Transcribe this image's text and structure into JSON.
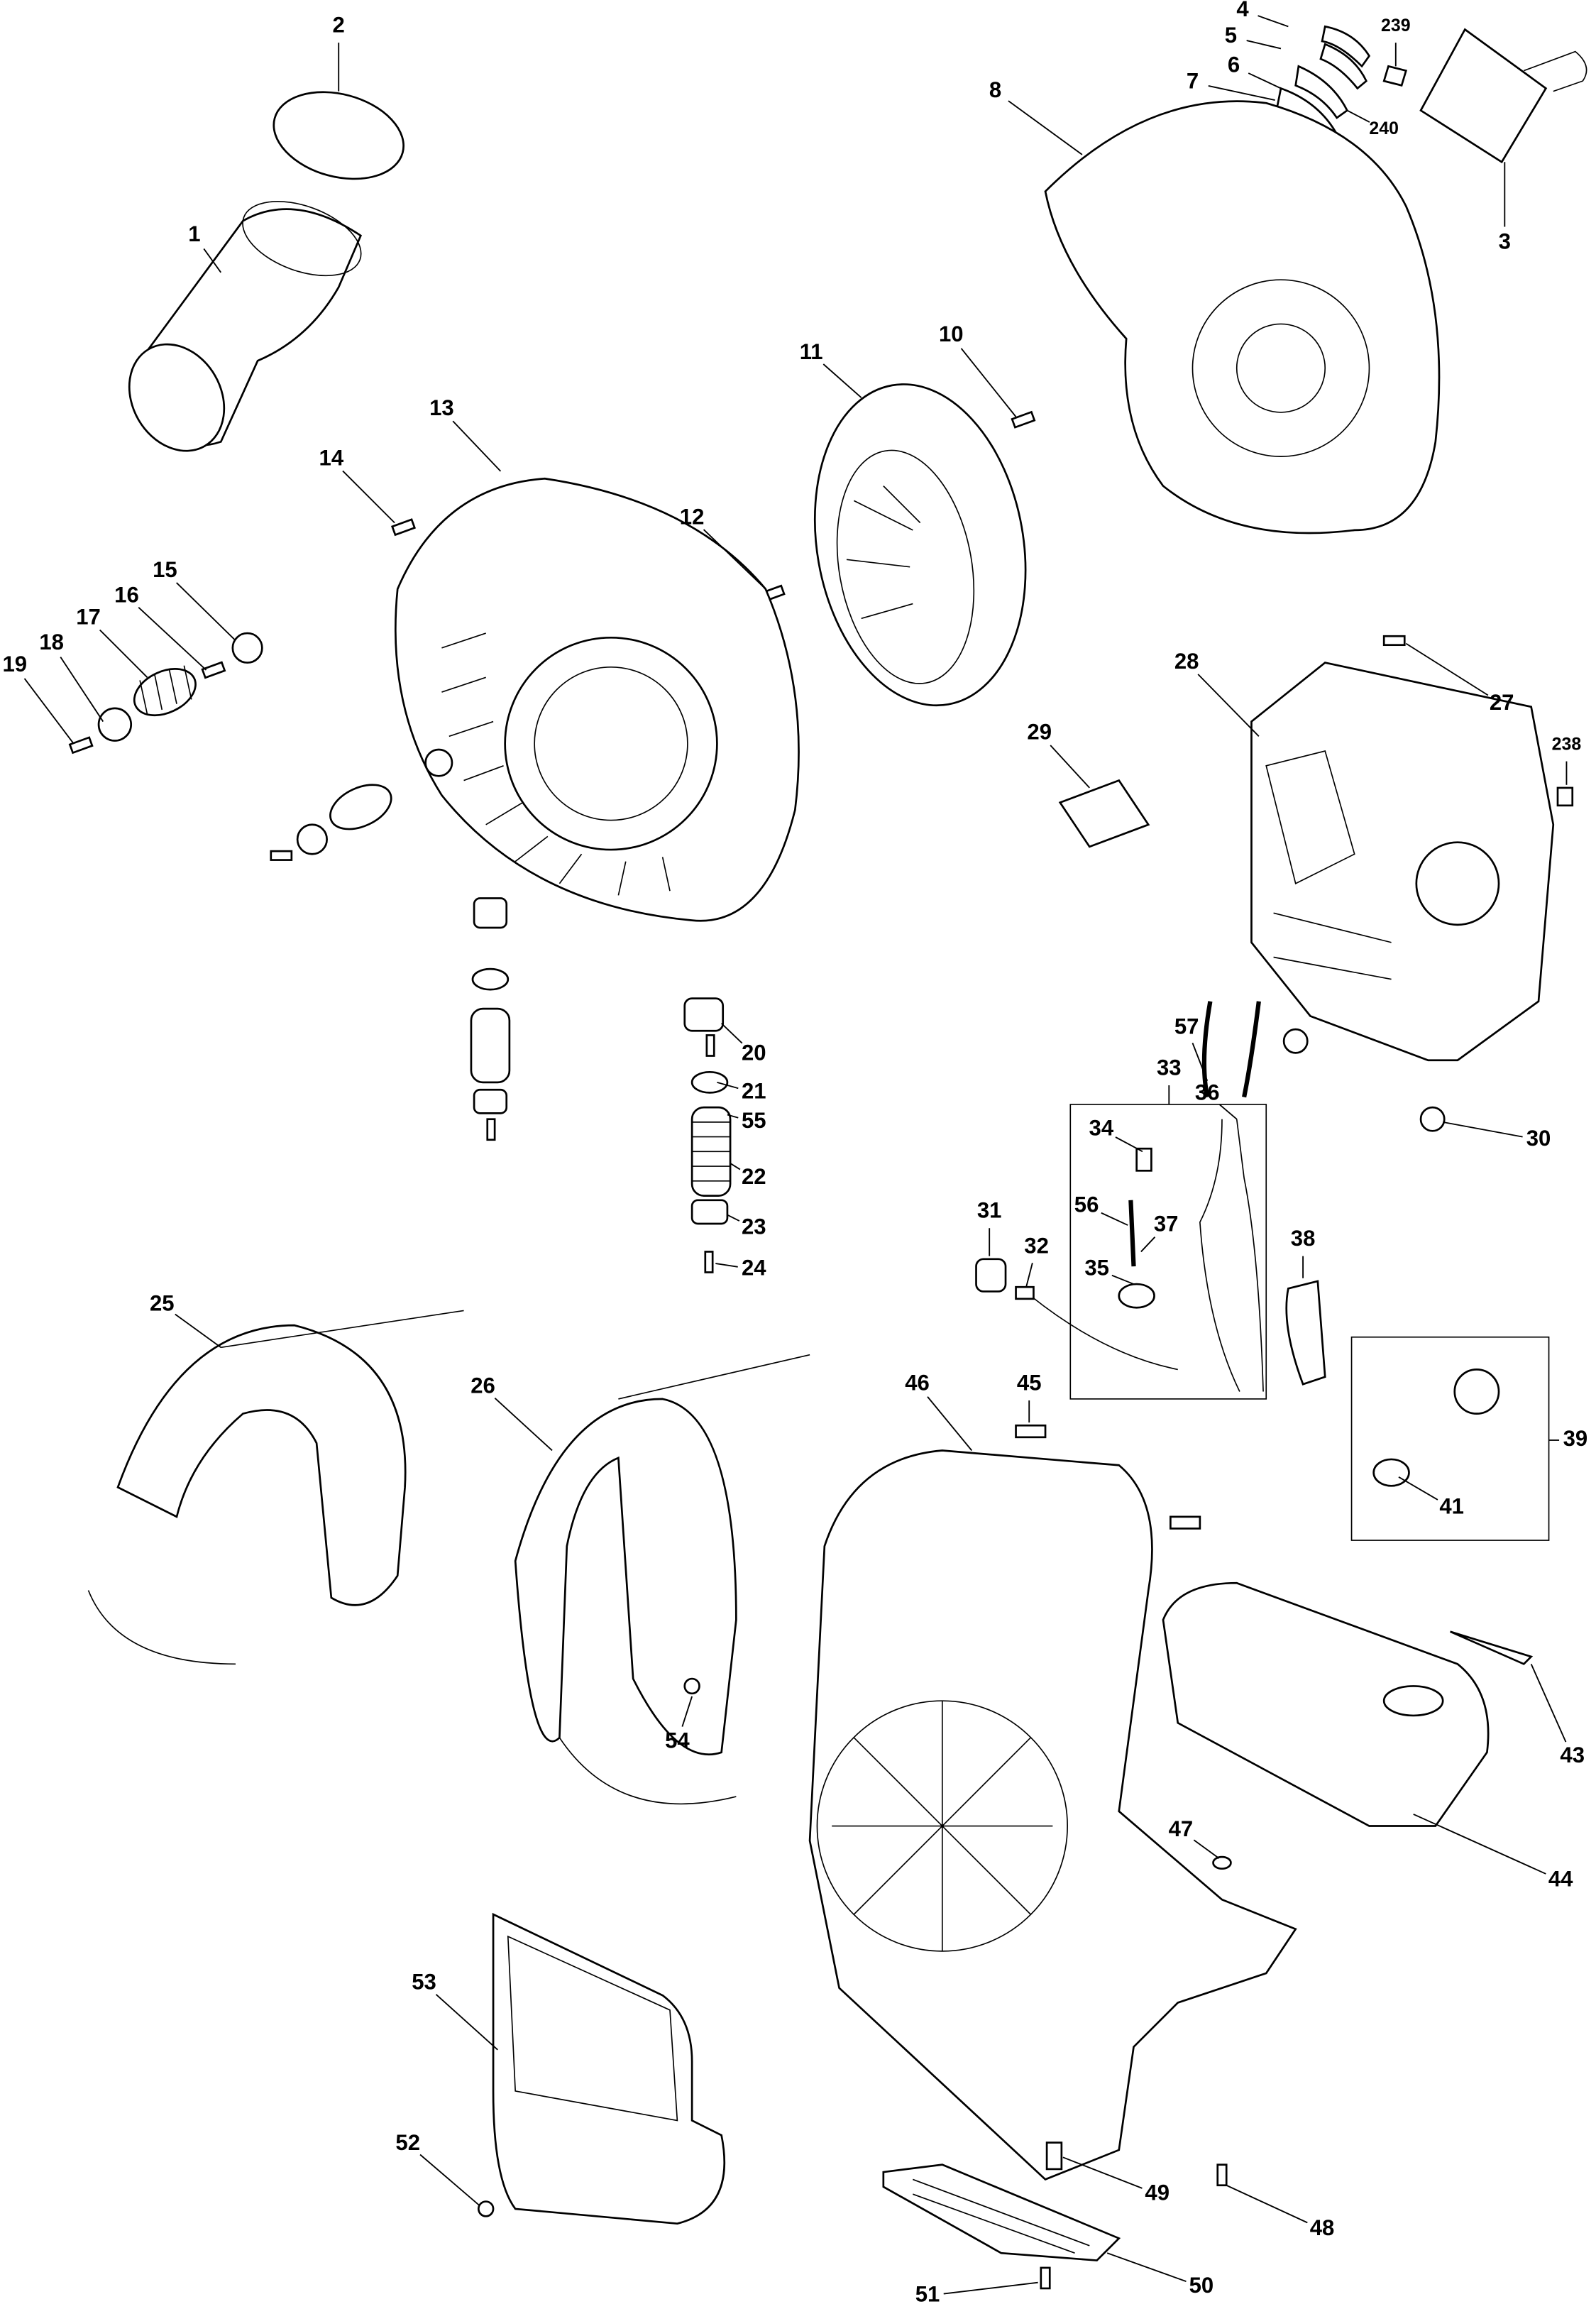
{
  "diagram": {
    "type": "exploded-parts-diagram",
    "callouts": [
      "1",
      "2",
      "3",
      "4",
      "5",
      "6",
      "7",
      "8",
      "239",
      "240",
      "10",
      "11",
      "12",
      "13",
      "14",
      "15",
      "16",
      "17",
      "18",
      "19",
      "20",
      "21",
      "55",
      "22",
      "23",
      "24",
      "25",
      "26",
      "27",
      "28",
      "29",
      "238",
      "30",
      "31",
      "32",
      "33",
      "34",
      "36",
      "56",
      "37",
      "35",
      "57",
      "38",
      "39",
      "41",
      "43",
      "44",
      "45",
      "46",
      "47",
      "48",
      "49",
      "50",
      "51",
      "52",
      "53",
      "54"
    ]
  }
}
